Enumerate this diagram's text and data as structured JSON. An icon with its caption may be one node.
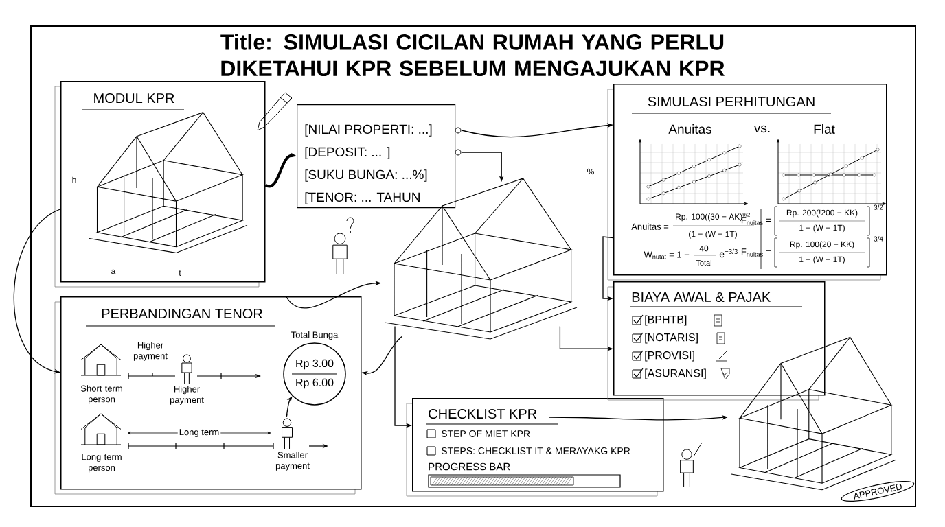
{
  "diagram": {
    "title": "Title: SIMULASI CICILAN RUMAH YANG PERLU DIKETAHUI KPR SEBELUM MENGAJUKAN KPR",
    "nodes": [
      {
        "text": [
          "MODUL KPR",
          "h",
          "a",
          "t"
        ]
      },
      {
        "text": [
          "[NILAI PROPERTI: ...]",
          "[DEPOSIT: ...      ]",
          "[SUKU BUNGA: ...%]",
          "[TENOR: ... TAHUN"
        ]
      },
      {
        "text": [],
        "shape": "picture"
      },
      {
        "text": [
          "SIMULASI PERHITUNGAN",
          "Anuitas",
          "vs.",
          "Flat",
          "Anuitas =",
          "Rp. 100((30 − AK)$^{9/2}$",
          "(1 − (W − 1T)",
          "W$_{nutat}$ = 1 −",
          "40",
          "Total",
          "e$^{−3/3}$",
          "F$_{nuitas}$ =",
          "Rp. 200(!200 − KK)",
          "1 − (W − 1T)",
          "3/2",
          "F$_{nuitas}$ =",
          "Rp. 100(20 − KK)",
          "1 − (W − 1T)",
          "3/4"
        ]
      },
      {
        "text": [
          "BIAYA AWAL & PAJAK",
          "[BPHTB]",
          "[NOTARIS]",
          "[PROVISI]",
          "[ASURANSI]"
        ]
      },
      {
        "text": [
          "PERBANDINGAN TENOR",
          "Higher payment",
          "Short term person",
          "Higher payment",
          "Long term",
          "Long term person"
        ]
      },
      {
        "text": [
          "Total Bunga",
          "Rp 3.00",
          "Rp 6.00"
        ],
        "in": 5
      },
      {
        "text": [],
        "shape": "person",
        "in": 5,
        "beside": [
          "Smaller payment"
        ]
      },
      {
        "text": [
          "CHECKLIST KPR",
          "STEP OF MIET KPR",
          "STEPS: CHECKLIST IT & MERAYAKG KPR",
          "PROGRESS BAR"
        ]
      },
      {
        "text": [],
        "shape": "picture"
      },
      {
        "text": [
          "APPROVED"
        ]
      }
    ],
    "edges": [
      {
        "from": 0,
        "to": 1,
        "arrow": "to",
        "style": "thick"
      },
      {
        "from": 0,
        "to": 5,
        "arrow": "to"
      },
      {
        "from": 1,
        "to": 3,
        "arrow": "to"
      },
      {
        "from": 1,
        "to": 2,
        "arrow": "to"
      },
      {
        "from": 5,
        "to": 2,
        "arrow": "to"
      },
      {
        "from": 2,
        "to": 5,
        "arrow": "to"
      },
      {
        "from": 2,
        "to": 8,
        "arrow": "to"
      },
      {
        "from": 2,
        "to": 4,
        "arrow": "to"
      },
      {
        "from": 3,
        "to": 4,
        "arrow": "to"
      },
      {
        "from": 8,
        "to": 9,
        "arrow": "to"
      },
      {
        "from": 7,
        "to": 6,
        "arrow": "to"
      }
    ],
    "labels": [
      "%"
    ]
  }
}
